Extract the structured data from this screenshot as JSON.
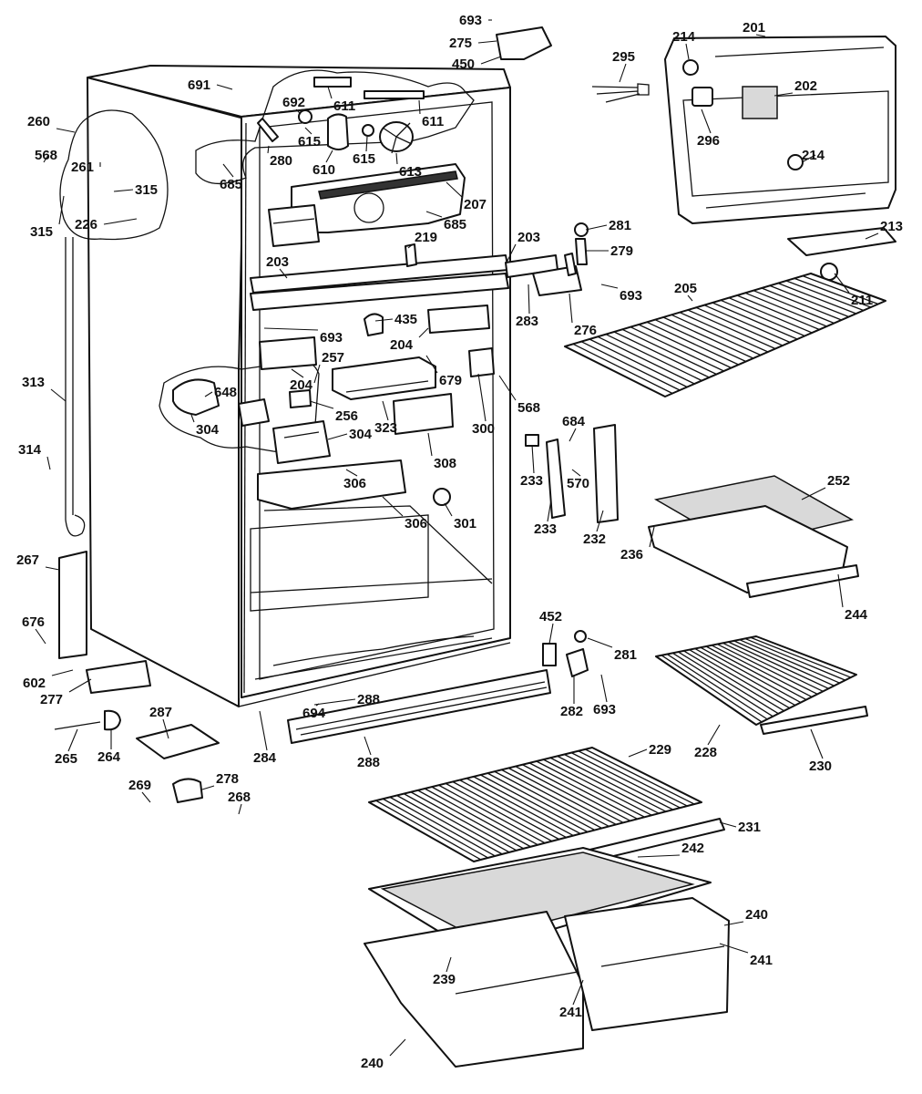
{
  "labels": [
    {
      "id": "693-top",
      "text": "693"
    },
    {
      "id": "275",
      "text": "275"
    },
    {
      "id": "450",
      "text": "450"
    },
    {
      "id": "214-a",
      "text": "214"
    },
    {
      "id": "201",
      "text": "201"
    },
    {
      "id": "295",
      "text": "295"
    },
    {
      "id": "202",
      "text": "202"
    },
    {
      "id": "296",
      "text": "296"
    },
    {
      "id": "214-b",
      "text": "214"
    },
    {
      "id": "691",
      "text": "691"
    },
    {
      "id": "692",
      "text": "692"
    },
    {
      "id": "611-a",
      "text": "611"
    },
    {
      "id": "611-b",
      "text": "611"
    },
    {
      "id": "260",
      "text": "260"
    },
    {
      "id": "615-a",
      "text": "615"
    },
    {
      "id": "615-b",
      "text": "615"
    },
    {
      "id": "280",
      "text": "280"
    },
    {
      "id": "610",
      "text": "610"
    },
    {
      "id": "613",
      "text": "613"
    },
    {
      "id": "568-a",
      "text": "568"
    },
    {
      "id": "261",
      "text": "261"
    },
    {
      "id": "685-a",
      "text": "685"
    },
    {
      "id": "315-a",
      "text": "315"
    },
    {
      "id": "207",
      "text": "207"
    },
    {
      "id": "315-b",
      "text": "315"
    },
    {
      "id": "226",
      "text": "226"
    },
    {
      "id": "685-b",
      "text": "685"
    },
    {
      "id": "213",
      "text": "213"
    },
    {
      "id": "281-a",
      "text": "281"
    },
    {
      "id": "219",
      "text": "219"
    },
    {
      "id": "203-a",
      "text": "203"
    },
    {
      "id": "279",
      "text": "279"
    },
    {
      "id": "203-b",
      "text": "203"
    },
    {
      "id": "693-b",
      "text": "693"
    },
    {
      "id": "205",
      "text": "205"
    },
    {
      "id": "211",
      "text": "211"
    },
    {
      "id": "283",
      "text": "283"
    },
    {
      "id": "276",
      "text": "276"
    },
    {
      "id": "435",
      "text": "435"
    },
    {
      "id": "693-c",
      "text": "693"
    },
    {
      "id": "204-a",
      "text": "204"
    },
    {
      "id": "257",
      "text": "257"
    },
    {
      "id": "313",
      "text": "313"
    },
    {
      "id": "204-b",
      "text": "204"
    },
    {
      "id": "679",
      "text": "679"
    },
    {
      "id": "648",
      "text": "648"
    },
    {
      "id": "568-b",
      "text": "568"
    },
    {
      "id": "256",
      "text": "256"
    },
    {
      "id": "323",
      "text": "323"
    },
    {
      "id": "304-a",
      "text": "304"
    },
    {
      "id": "300",
      "text": "300"
    },
    {
      "id": "684",
      "text": "684"
    },
    {
      "id": "304-b",
      "text": "304"
    },
    {
      "id": "314",
      "text": "314"
    },
    {
      "id": "308",
      "text": "308"
    },
    {
      "id": "233-a",
      "text": "233"
    },
    {
      "id": "570",
      "text": "570"
    },
    {
      "id": "252",
      "text": "252"
    },
    {
      "id": "306-a",
      "text": "306"
    },
    {
      "id": "306-b",
      "text": "306"
    },
    {
      "id": "301",
      "text": "301"
    },
    {
      "id": "233-b",
      "text": "233"
    },
    {
      "id": "232",
      "text": "232"
    },
    {
      "id": "236",
      "text": "236"
    },
    {
      "id": "267",
      "text": "267"
    },
    {
      "id": "244",
      "text": "244"
    },
    {
      "id": "452",
      "text": "452"
    },
    {
      "id": "676",
      "text": "676"
    },
    {
      "id": "281-b",
      "text": "281"
    },
    {
      "id": "602",
      "text": "602"
    },
    {
      "id": "277",
      "text": "277"
    },
    {
      "id": "288-a",
      "text": "288"
    },
    {
      "id": "694",
      "text": "694"
    },
    {
      "id": "693-d",
      "text": "693"
    },
    {
      "id": "282",
      "text": "282"
    },
    {
      "id": "287",
      "text": "287"
    },
    {
      "id": "228",
      "text": "228"
    },
    {
      "id": "230",
      "text": "230"
    },
    {
      "id": "265",
      "text": "265"
    },
    {
      "id": "264",
      "text": "264"
    },
    {
      "id": "284",
      "text": "284"
    },
    {
      "id": "288-b",
      "text": "288"
    },
    {
      "id": "229",
      "text": "229"
    },
    {
      "id": "278",
      "text": "278"
    },
    {
      "id": "269",
      "text": "269"
    },
    {
      "id": "268",
      "text": "268"
    },
    {
      "id": "231",
      "text": "231"
    },
    {
      "id": "242",
      "text": "242"
    },
    {
      "id": "240-a",
      "text": "240"
    },
    {
      "id": "241-a",
      "text": "241"
    },
    {
      "id": "239",
      "text": "239"
    },
    {
      "id": "241-b",
      "text": "241"
    },
    {
      "id": "240-b",
      "text": "240"
    }
  ]
}
